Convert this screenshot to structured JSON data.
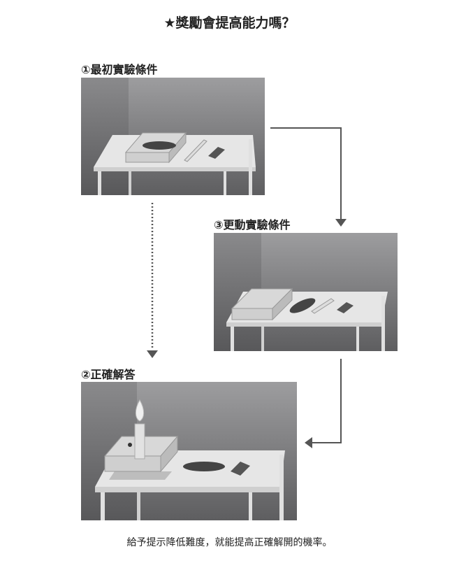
{
  "title": "★獎勵會提高能力嗎？",
  "panels": {
    "initial": {
      "label": "①最初實驗條件"
    },
    "changed": {
      "label": "③更動實驗條件"
    },
    "solution": {
      "label": "②正確解答"
    }
  },
  "caption": "給予提示降低難度，就能提高正確解開的機率。"
}
